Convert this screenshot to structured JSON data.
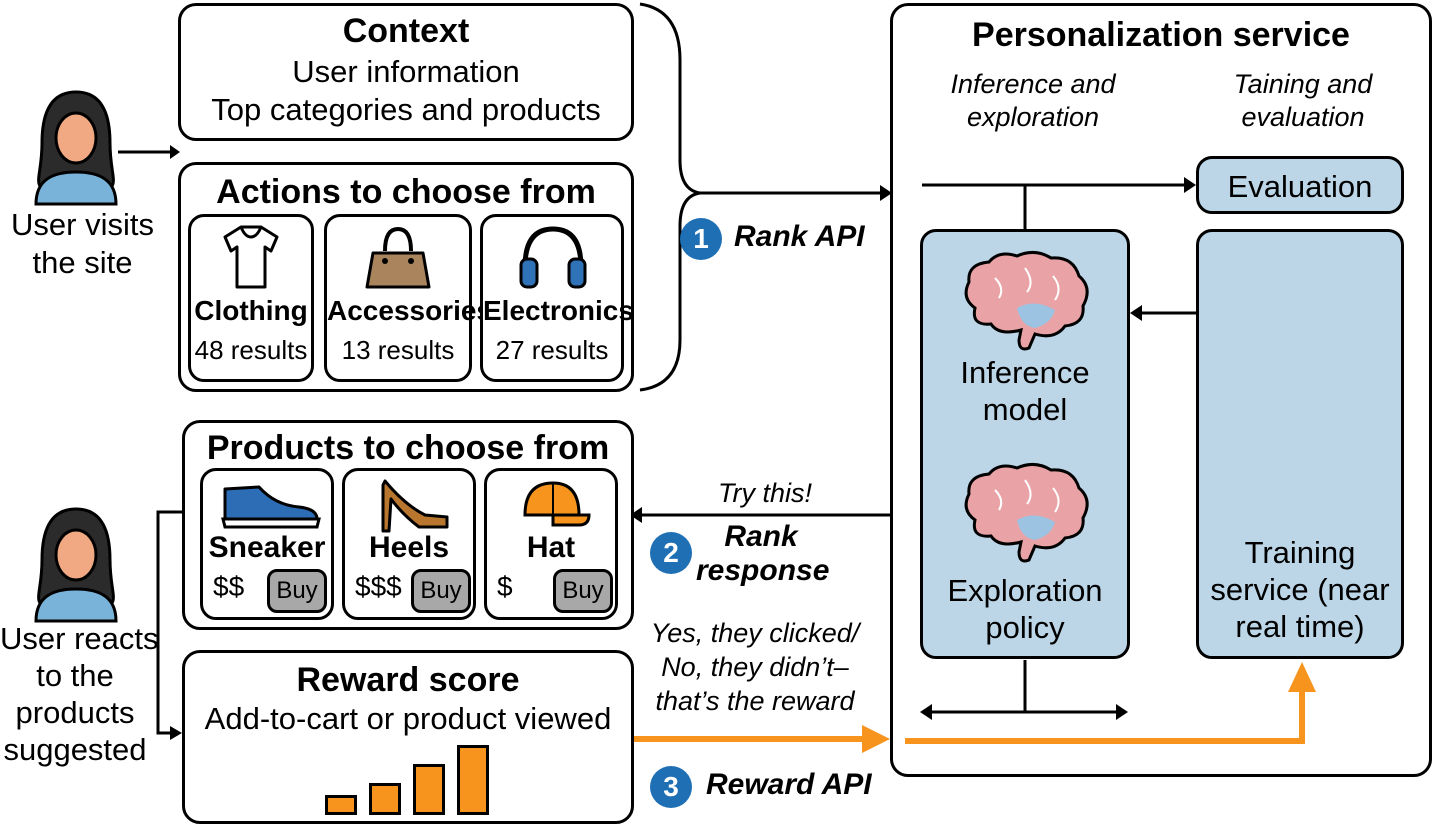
{
  "user_visit": {
    "label_line1": "User visits",
    "label_line2": "the site"
  },
  "user_react": {
    "line1": "User reacts",
    "line2": "to the",
    "line3": "products",
    "line4": "suggested"
  },
  "context": {
    "title": "Context",
    "line1": "User information",
    "line2": "Top categories and products"
  },
  "actions": {
    "title": "Actions to choose from",
    "items": [
      {
        "label": "Clothing",
        "count": "48 results",
        "icon": "tshirt-icon"
      },
      {
        "label": "Accessories",
        "count": "13 results",
        "icon": "handbag-icon"
      },
      {
        "label": "Electronics",
        "count": "27 results",
        "icon": "headphones-icon"
      }
    ]
  },
  "products": {
    "title": "Products  to choose from",
    "items": [
      {
        "label": "Sneaker",
        "price": "$$",
        "buy": "Buy",
        "icon": "sneaker-icon"
      },
      {
        "label": "Heels",
        "price": "$$$",
        "buy": "Buy",
        "icon": "heels-icon"
      },
      {
        "label": "Hat",
        "price": "$",
        "buy": "Buy",
        "icon": "hat-icon"
      }
    ]
  },
  "reward": {
    "title": "Reward score",
    "subtitle": "Add-to-cart or product viewed",
    "bars": [
      0.28,
      0.45,
      0.73,
      1.0
    ]
  },
  "apis": {
    "rank": {
      "num": "1",
      "label": "Rank API"
    },
    "response": {
      "num": "2",
      "line1": "Rank",
      "line2": "response",
      "note": "Try this!"
    },
    "reward": {
      "num": "3",
      "label": "Reward API",
      "note1": "Yes, they clicked/",
      "note2": "No, they didn’t–",
      "note3": "that’s the reward"
    }
  },
  "service": {
    "title": "Personalization service",
    "col1_line1": "Inference and",
    "col1_line2": "exploration",
    "col2_line1": "Taining and",
    "col2_line2": "evaluation",
    "evaluation": "Evaluation",
    "inference_line1": "Inference",
    "inference_line2": "model",
    "exploration_line1": "Exploration",
    "exploration_line2": "policy",
    "training_line1": "Training",
    "training_line2": "service (near",
    "training_line3": "real time)"
  },
  "colors": {
    "accent_orange": "#f7941d",
    "panel_blue": "#bcd6e8",
    "badge_blue": "#1f6fb4",
    "brain_pink": "#e9a3a6"
  }
}
